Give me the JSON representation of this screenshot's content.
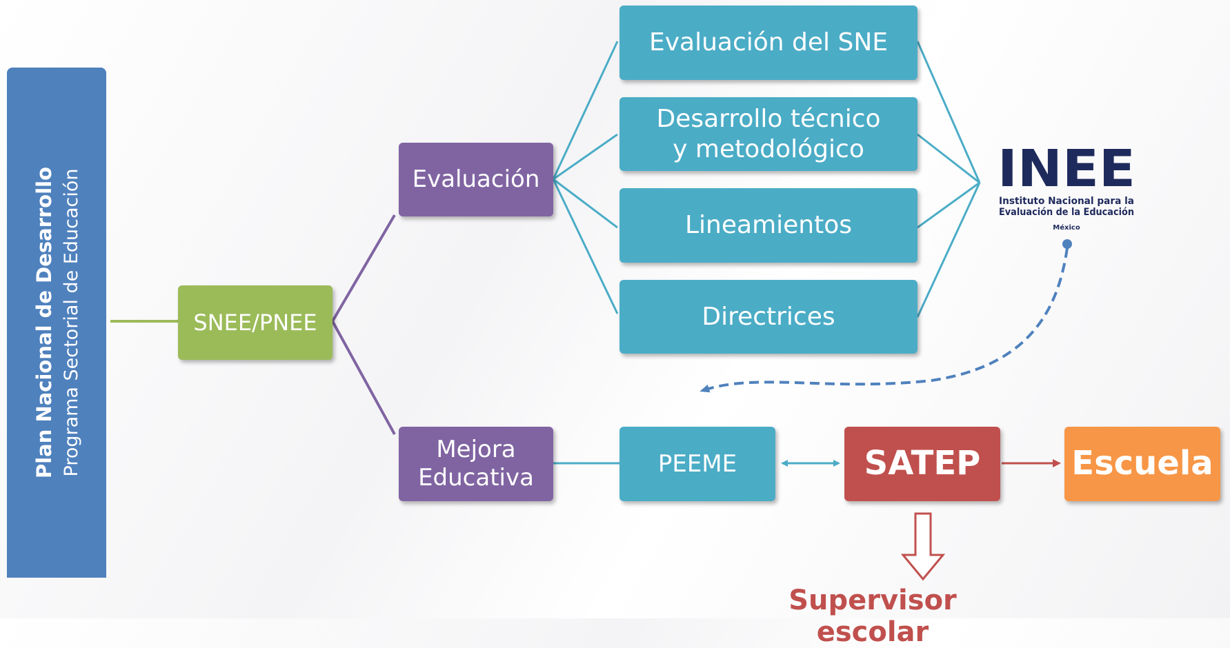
{
  "sidebar": {
    "title": "Plan Nacional de Desarrollo",
    "subtitle": "Programa Sectorial de Educación"
  },
  "nodes": {
    "snee": "SNEE/PNEE",
    "evaluacion": "Evaluación",
    "mejora": "Mejora Educativa",
    "eval_sne": "Evaluación del SNE",
    "desarrollo": "Desarrollo técnico y metodológico",
    "lineamientos": "Lineamientos",
    "directrices": "Directrices",
    "peeme": "PEEME",
    "satep": "SATEP",
    "escuela": "Escuela",
    "supervisor": "Supervisor escolar"
  },
  "logo": {
    "wordmark": "INEE",
    "line1": "Instituto Nacional para la",
    "line2": "Evaluación de la Educación",
    "country": "México"
  },
  "colors": {
    "teal": "#4bacc6",
    "purple": "#8064a2",
    "green": "#9bbb59",
    "blue": "#4f81bd",
    "red": "#c0504d",
    "orange": "#f79646",
    "navy": "#1f2a5c"
  }
}
